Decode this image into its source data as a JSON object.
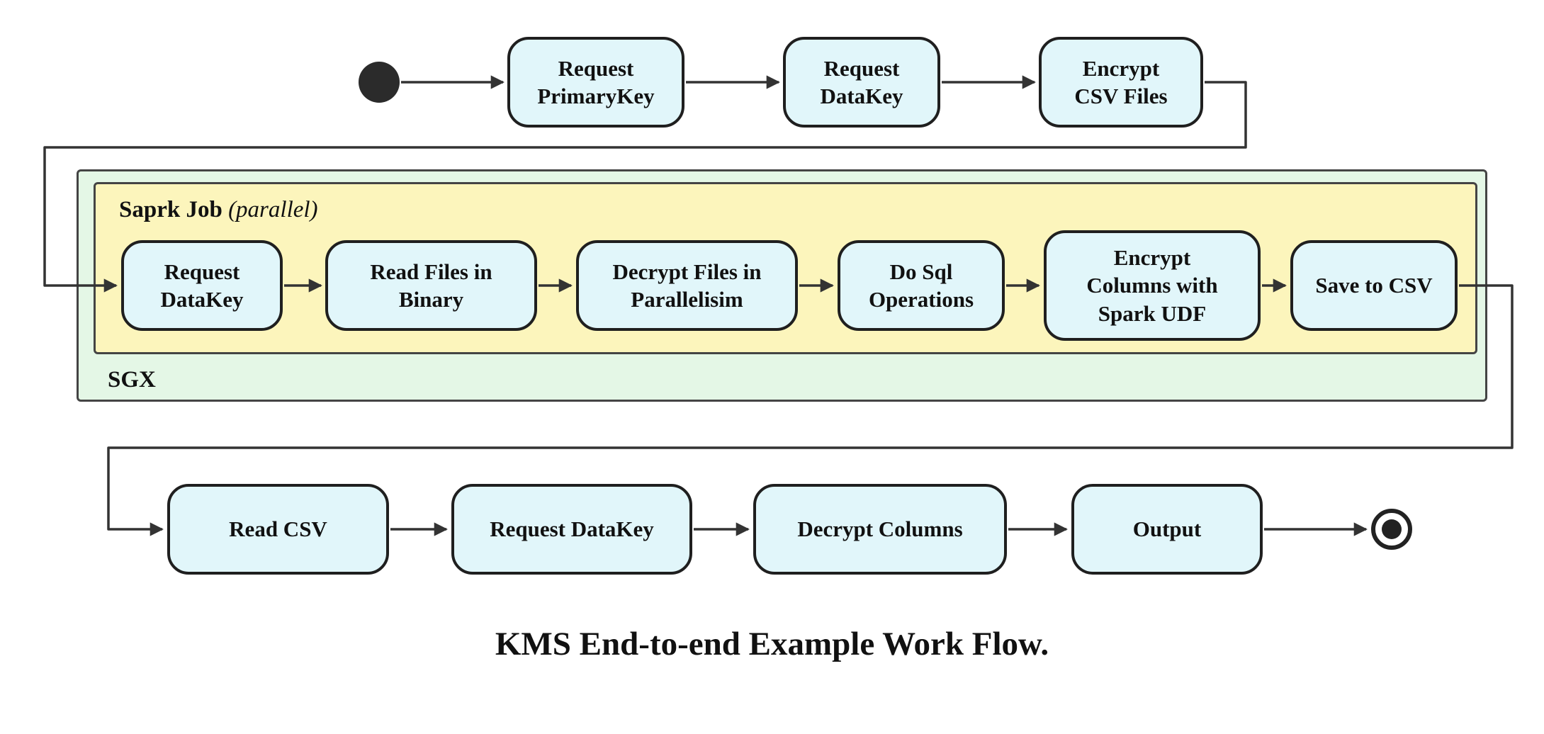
{
  "diagram": {
    "caption": "KMS End-to-end Example Work Flow.",
    "colors": {
      "node_fill": "#E1F6FA",
      "node_border": "#1F1F1F",
      "spark_fill": "#FCF5BC",
      "spark_border": "#444444",
      "sgx_fill": "#E4F7E6",
      "sgx_border": "#444444",
      "arrow": "#333333",
      "text": "#111111"
    },
    "containers": {
      "spark_job": {
        "title": "Saprk Job",
        "qualifier": "(parallel)"
      },
      "sgx": {
        "title": "SGX"
      }
    },
    "rows": {
      "top": {
        "request_primarykey": "Request\nPrimaryKey",
        "request_datakey": "Request\nDataKey",
        "encrypt_csv_files": "Encrypt\nCSV Files"
      },
      "spark": {
        "request_datakey": "Request\nDataKey",
        "read_files_in_binary": "Read Files in\nBinary",
        "decrypt_files_in_parallelisim": "Decrypt Files in\nParallelisim",
        "do_sql_operations": "Do Sql\nOperations",
        "encrypt_columns_with_spark_udf": "Encrypt\nColumns with\nSpark UDF",
        "save_to_csv": "Save to CSV"
      },
      "bottom": {
        "read_csv": "Read CSV",
        "request_datakey": "Request DataKey",
        "decrypt_columns": "Decrypt Columns",
        "output": "Output"
      }
    }
  }
}
